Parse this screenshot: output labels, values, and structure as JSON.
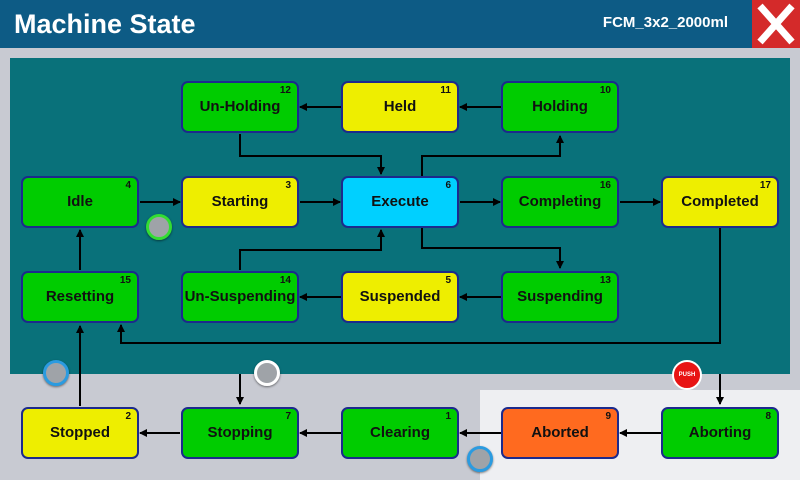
{
  "header": {
    "title": "Machine State",
    "recipe": "FCM_3x2_2000ml",
    "close_icon": "close-x-icon"
  },
  "colors": {
    "header": "#0d5b85",
    "panel": "#09717a",
    "green": "#00cc00",
    "yellow": "#eeee00",
    "cyan": "#00d0ff",
    "orange": "#ff6a1f",
    "close": "#d42a2a"
  },
  "states": {
    "unholding": {
      "label": "Un-Holding",
      "number": "12"
    },
    "held": {
      "label": "Held",
      "number": "11"
    },
    "holding": {
      "label": "Holding",
      "number": "10"
    },
    "idle": {
      "label": "Idle",
      "number": "4"
    },
    "starting": {
      "label": "Starting",
      "number": "3"
    },
    "execute": {
      "label": "Execute",
      "number": "6"
    },
    "completing": {
      "label": "Completing",
      "number": "16"
    },
    "completed": {
      "label": "Completed",
      "number": "17"
    },
    "resetting": {
      "label": "Resetting",
      "number": "15"
    },
    "unsuspending": {
      "label": "Un-Suspending",
      "number": "14"
    },
    "suspended": {
      "label": "Suspended",
      "number": "5"
    },
    "suspending": {
      "label": "Suspending",
      "number": "13"
    },
    "stopped": {
      "label": "Stopped",
      "number": "2"
    },
    "stopping": {
      "label": "Stopping",
      "number": "7"
    },
    "clearing": {
      "label": "Clearing",
      "number": "1"
    },
    "aborted": {
      "label": "Aborted",
      "number": "9"
    },
    "aborting": {
      "label": "Aborting",
      "number": "8"
    }
  },
  "controls": {
    "push_label": "PUSH"
  }
}
